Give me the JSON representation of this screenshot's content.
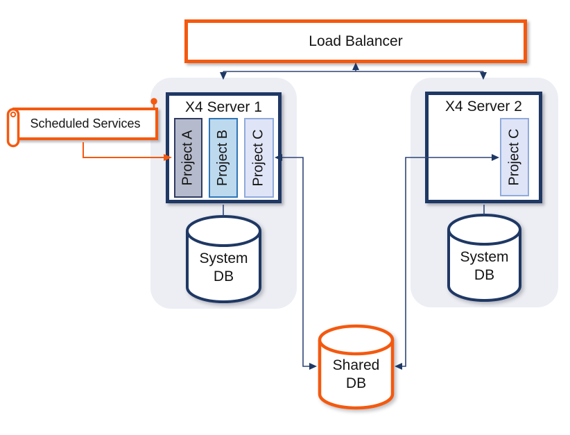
{
  "colors": {
    "accent_orange": "#F4590F",
    "navy": "#1F3864",
    "connector_navy": "#2E4374",
    "bg_group": "#ECEEF4",
    "project_a_fill": "#B5BBCC",
    "project_a_border": "#2F3A5F",
    "project_b_fill": "#BDD9EE",
    "project_b_border": "#2E75B6",
    "project_c_fill": "#DFE4F6",
    "project_c_border": "#8FAADC"
  },
  "load_balancer": {
    "label": "Load Balancer"
  },
  "scheduled_services": {
    "label": "Scheduled Services"
  },
  "server1": {
    "title": "X4 Server 1",
    "projects": [
      {
        "label": "Project A"
      },
      {
        "label": "Project B"
      },
      {
        "label": "Project C"
      }
    ]
  },
  "server2": {
    "title": "X4 Server 2",
    "projects": [
      {
        "label": "Project C"
      }
    ]
  },
  "system_db_1": {
    "line1": "System",
    "line2": "DB"
  },
  "system_db_2": {
    "line1": "System",
    "line2": "DB"
  },
  "shared_db": {
    "line1": "Shared",
    "line2": "DB"
  }
}
